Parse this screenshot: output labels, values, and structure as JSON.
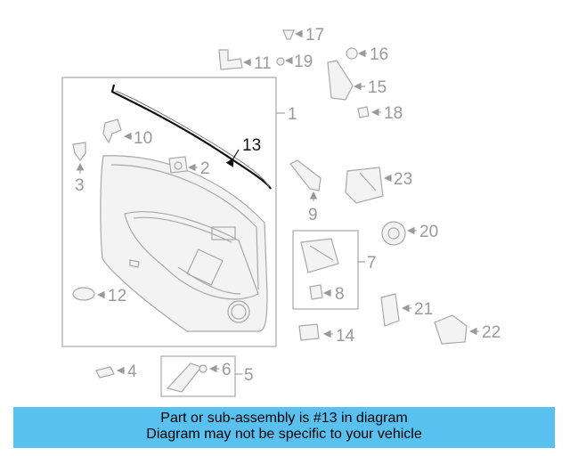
{
  "diagram": {
    "callouts": {
      "c1": "1",
      "c2": "2",
      "c3": "3",
      "c4": "4",
      "c5": "5",
      "c6": "6",
      "c7": "7",
      "c8": "8",
      "c9": "9",
      "c10": "10",
      "c11": "11",
      "c12": "12",
      "c13": "13",
      "c14": "14",
      "c15": "15",
      "c16": "16",
      "c17": "17",
      "c18": "18",
      "c19": "19",
      "c20": "20",
      "c21": "21",
      "c22": "22",
      "c23": "23"
    },
    "highlight_color": "#000000",
    "line_color": "#a8a8a8"
  },
  "banner": {
    "line1": "Part or sub-assembly is #13 in diagram",
    "line2": "Diagram may not be specific to your vehicle",
    "color": "#59c1f0"
  }
}
